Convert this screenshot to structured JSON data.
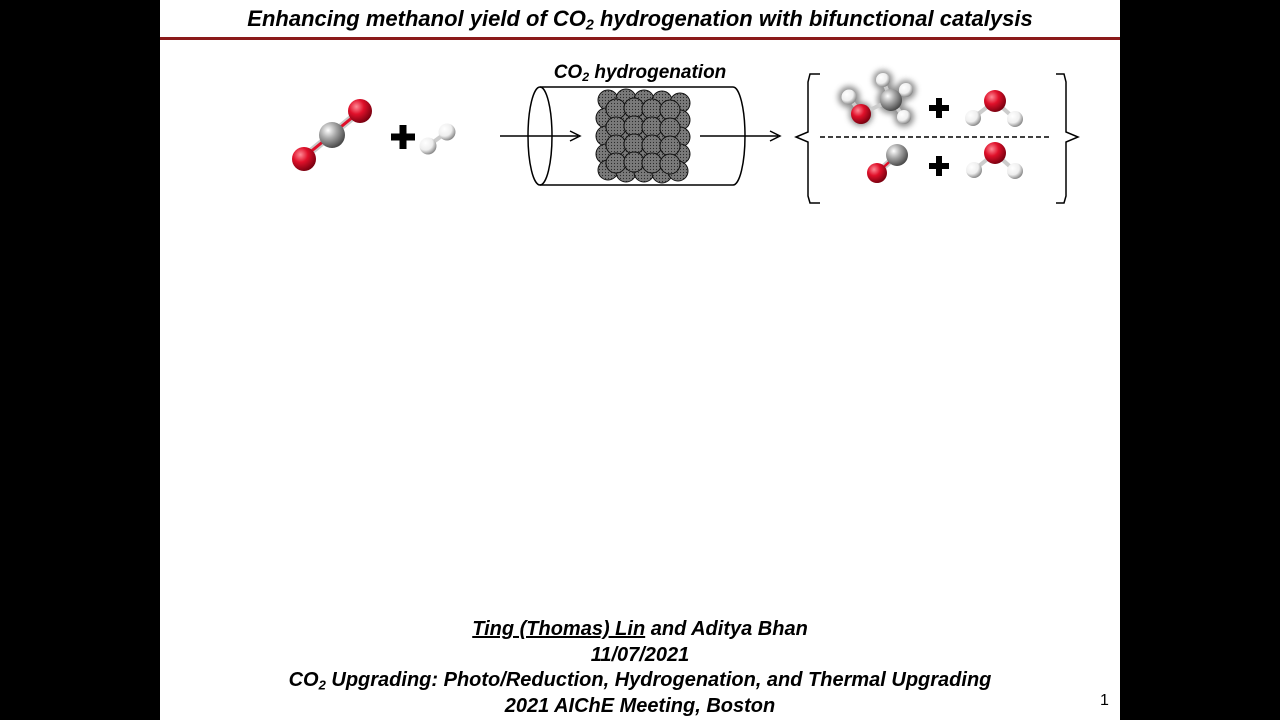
{
  "slide": {
    "title_pre": "Enhancing methanol yield of CO",
    "title_sub": "2",
    "title_post": " hydrogenation with bifunctional catalysis",
    "reactor_label_pre": "CO",
    "reactor_label_sub": "2",
    "reactor_label_post": " hydrogenation",
    "authors_presenter": "Ting (Thomas) Lin",
    "authors_rest": " and Aditya Bhan",
    "date": "11/07/2021",
    "session_pre": "CO",
    "session_sub": "2",
    "session_post": " Upgrading: Photo/Reduction, Hydrogenation, and Thermal Upgrading",
    "meeting": "2021 AIChE Meeting, Boston",
    "page_number": "1"
  },
  "colors": {
    "title_rule": "#8b1a1a",
    "oxygen": "#e0102a",
    "carbon": "#9a9a9a",
    "hydrogen": "#f2f2f2",
    "catalyst": "#6e6e6e"
  }
}
